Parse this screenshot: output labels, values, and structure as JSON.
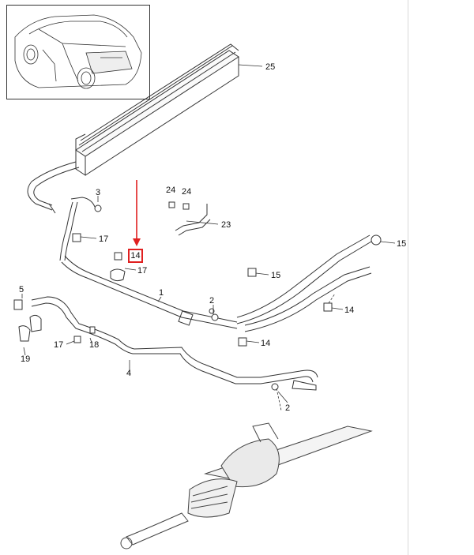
{
  "diagram": {
    "labels": {
      "p25": "25",
      "p3": "3",
      "p24a": "24",
      "p24b": "24",
      "p23": "23",
      "p17a": "17",
      "p14a": "14",
      "p17b": "17",
      "p15a": "15",
      "p15b": "15",
      "p5": "5",
      "p1": "1",
      "p2a": "2",
      "p14b": "14",
      "p14c": "14",
      "p17c": "17",
      "p18": "18",
      "p19": "19",
      "p4": "4",
      "p2b": "2"
    },
    "highlight": {
      "label": "14",
      "color": "#e02020"
    }
  }
}
